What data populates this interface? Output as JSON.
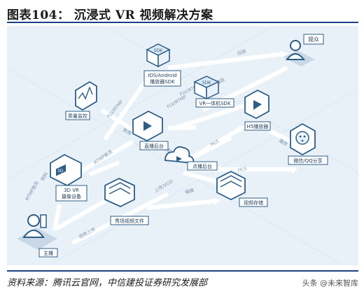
{
  "title": "图表104：  沉浸式 VR 视频解决方案",
  "source": "资料来源：腾讯云官网，中信建投证券研究发展部",
  "watermark": "头条 @未来智库",
  "nodes": {
    "audience": "观众",
    "ios_sdk": "IOS/Android\n播放器SDK",
    "sdk_box": "SDK",
    "vr_sdk": "VR一体机SDK",
    "quality": "质量监控",
    "h5": "H5播放器",
    "live": "直播后台",
    "wechat": "微信/QQ分享",
    "vod": "点播后台",
    "vr3d": "3D VR\n摄像设备",
    "vr3d_screen": "3D",
    "storage": "视频存储",
    "show": "秀场视频文件",
    "anchor": "主播"
  },
  "edge_labels": {
    "e1": "FLV/RTMP",
    "e2": "FLV/RTMP",
    "e3": "FLV/RTMP",
    "e4": "回放",
    "e5": "播放",
    "e6": "HLS",
    "e7": "HLS",
    "e8": "播放",
    "e9": "RTMP推流",
    "e10": "数据",
    "e11": "录制",
    "e12": "上传/VOD",
    "e13": "编辑",
    "e14": "RTMP推流",
    "e15": "视频上传",
    "e16": "转码"
  }
}
